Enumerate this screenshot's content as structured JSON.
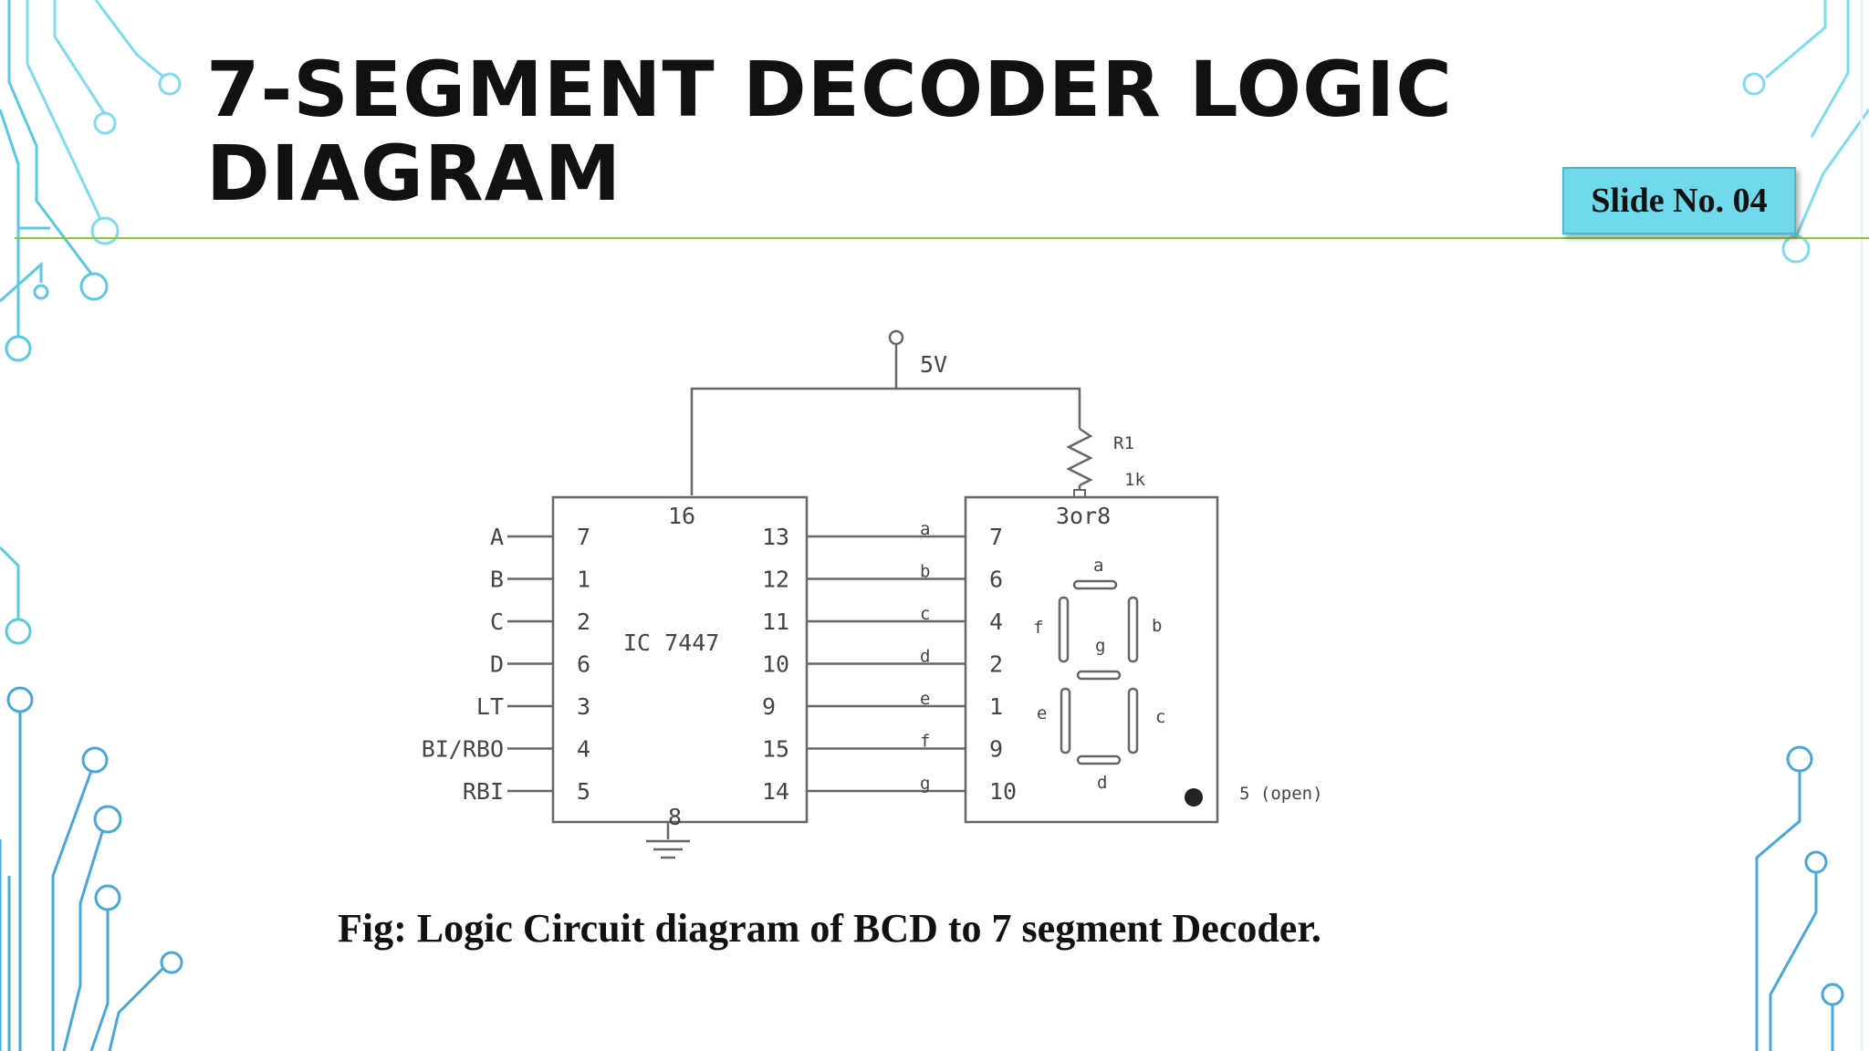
{
  "slide": {
    "title_line1": "7-SEGMENT DECODER LOGIC",
    "title_line2": "DIAGRAM",
    "badge": "Slide No. 04",
    "caption": "Fig: Logic Circuit diagram of BCD to 7 segment Decoder.",
    "accent_color": "#8cc63f",
    "badge_color": "#6fd8ea",
    "circuit_trace_color": "#5bc9e0"
  },
  "circuit": {
    "supply": "5V",
    "resistor_name": "R1",
    "resistor_value": "1k",
    "decoder_label": "IC 7447",
    "decoder_vcc_pin": "16",
    "decoder_gnd_pin": "8",
    "display_common_pin": "3or8",
    "decoder_inputs": [
      {
        "signal": "A",
        "pin": "7"
      },
      {
        "signal": "B",
        "pin": "1"
      },
      {
        "signal": "C",
        "pin": "2"
      },
      {
        "signal": "D",
        "pin": "6"
      },
      {
        "signal": "LT",
        "pin": "3"
      },
      {
        "signal": "BI/RBO",
        "pin": "4"
      },
      {
        "signal": "RBI",
        "pin": "5"
      }
    ],
    "decoder_outputs": [
      "13",
      "12",
      "11",
      "10",
      "9",
      "15",
      "14"
    ],
    "segment_lines": [
      "a",
      "b",
      "c",
      "d",
      "e",
      "f",
      "g"
    ],
    "display_pins": [
      "7",
      "6",
      "4",
      "2",
      "1",
      "9",
      "10"
    ],
    "segment_labels": {
      "a": "a",
      "b": "b",
      "c": "c",
      "d": "d",
      "e": "e",
      "f": "f",
      "g": "g"
    },
    "dp_note": "5 (open)"
  }
}
